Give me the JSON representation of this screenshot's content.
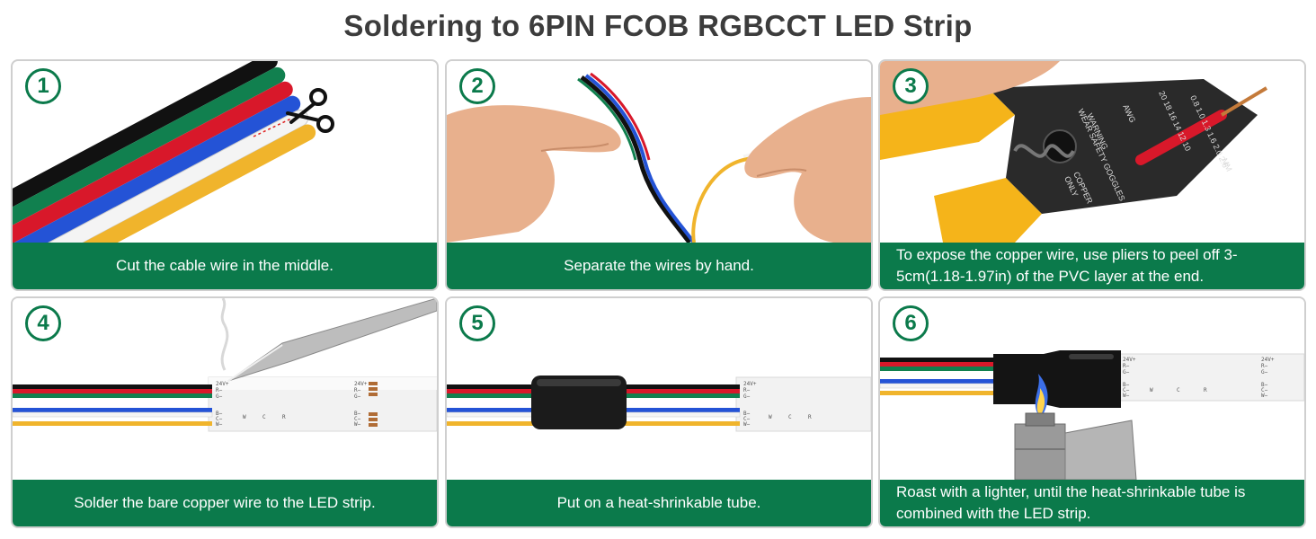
{
  "page": {
    "title": "Soldering to 6PIN FCOB RGBCCT LED Strip"
  },
  "colors": {
    "accent_green": "#0b7a4b",
    "wire_black": "#111111",
    "wire_green": "#11804f",
    "wire_red": "#d8182a",
    "wire_blue": "#2453d6",
    "wire_white": "#f4f4f4",
    "wire_yellow": "#f0b42c"
  },
  "steps": [
    {
      "number": "1",
      "caption": "Cut the cable wire in the middle.",
      "icon": "scissors-icon"
    },
    {
      "number": "2",
      "caption": "Separate the wires by hand."
    },
    {
      "number": "3",
      "caption": "To expose the copper wire, use pliers to peel off 3-5cm(1.18-1.97in) of the PVC layer at the end."
    },
    {
      "number": "4",
      "caption": "Solder the bare copper wire to the LED strip."
    },
    {
      "number": "5",
      "caption": "Put on a heat-shrinkable tube."
    },
    {
      "number": "6",
      "caption": "Roast with a lighter, until the heat-shrinkable tube is combined with the LED strip.",
      "icon": "lighter-flame-icon"
    }
  ],
  "strip_labels": {
    "v24": "24V+",
    "r": "R−",
    "g": "G−",
    "b": "B−",
    "c": "C−",
    "w": "W−",
    "seg_w": "W",
    "seg_c": "C",
    "seg_r": "R"
  },
  "tool_labels": {
    "awg": "AWG",
    "mm": "MM",
    "copper": "COPPER",
    "only": "ONLY",
    "warning": "WARNING",
    "wear": "WEAR SAFETY GOGGLES",
    "gauge_top": "20 18 16 14 12 10",
    "gauge_bottom": "0.8 1.0 1.3 1.6 2.0 2.6"
  }
}
